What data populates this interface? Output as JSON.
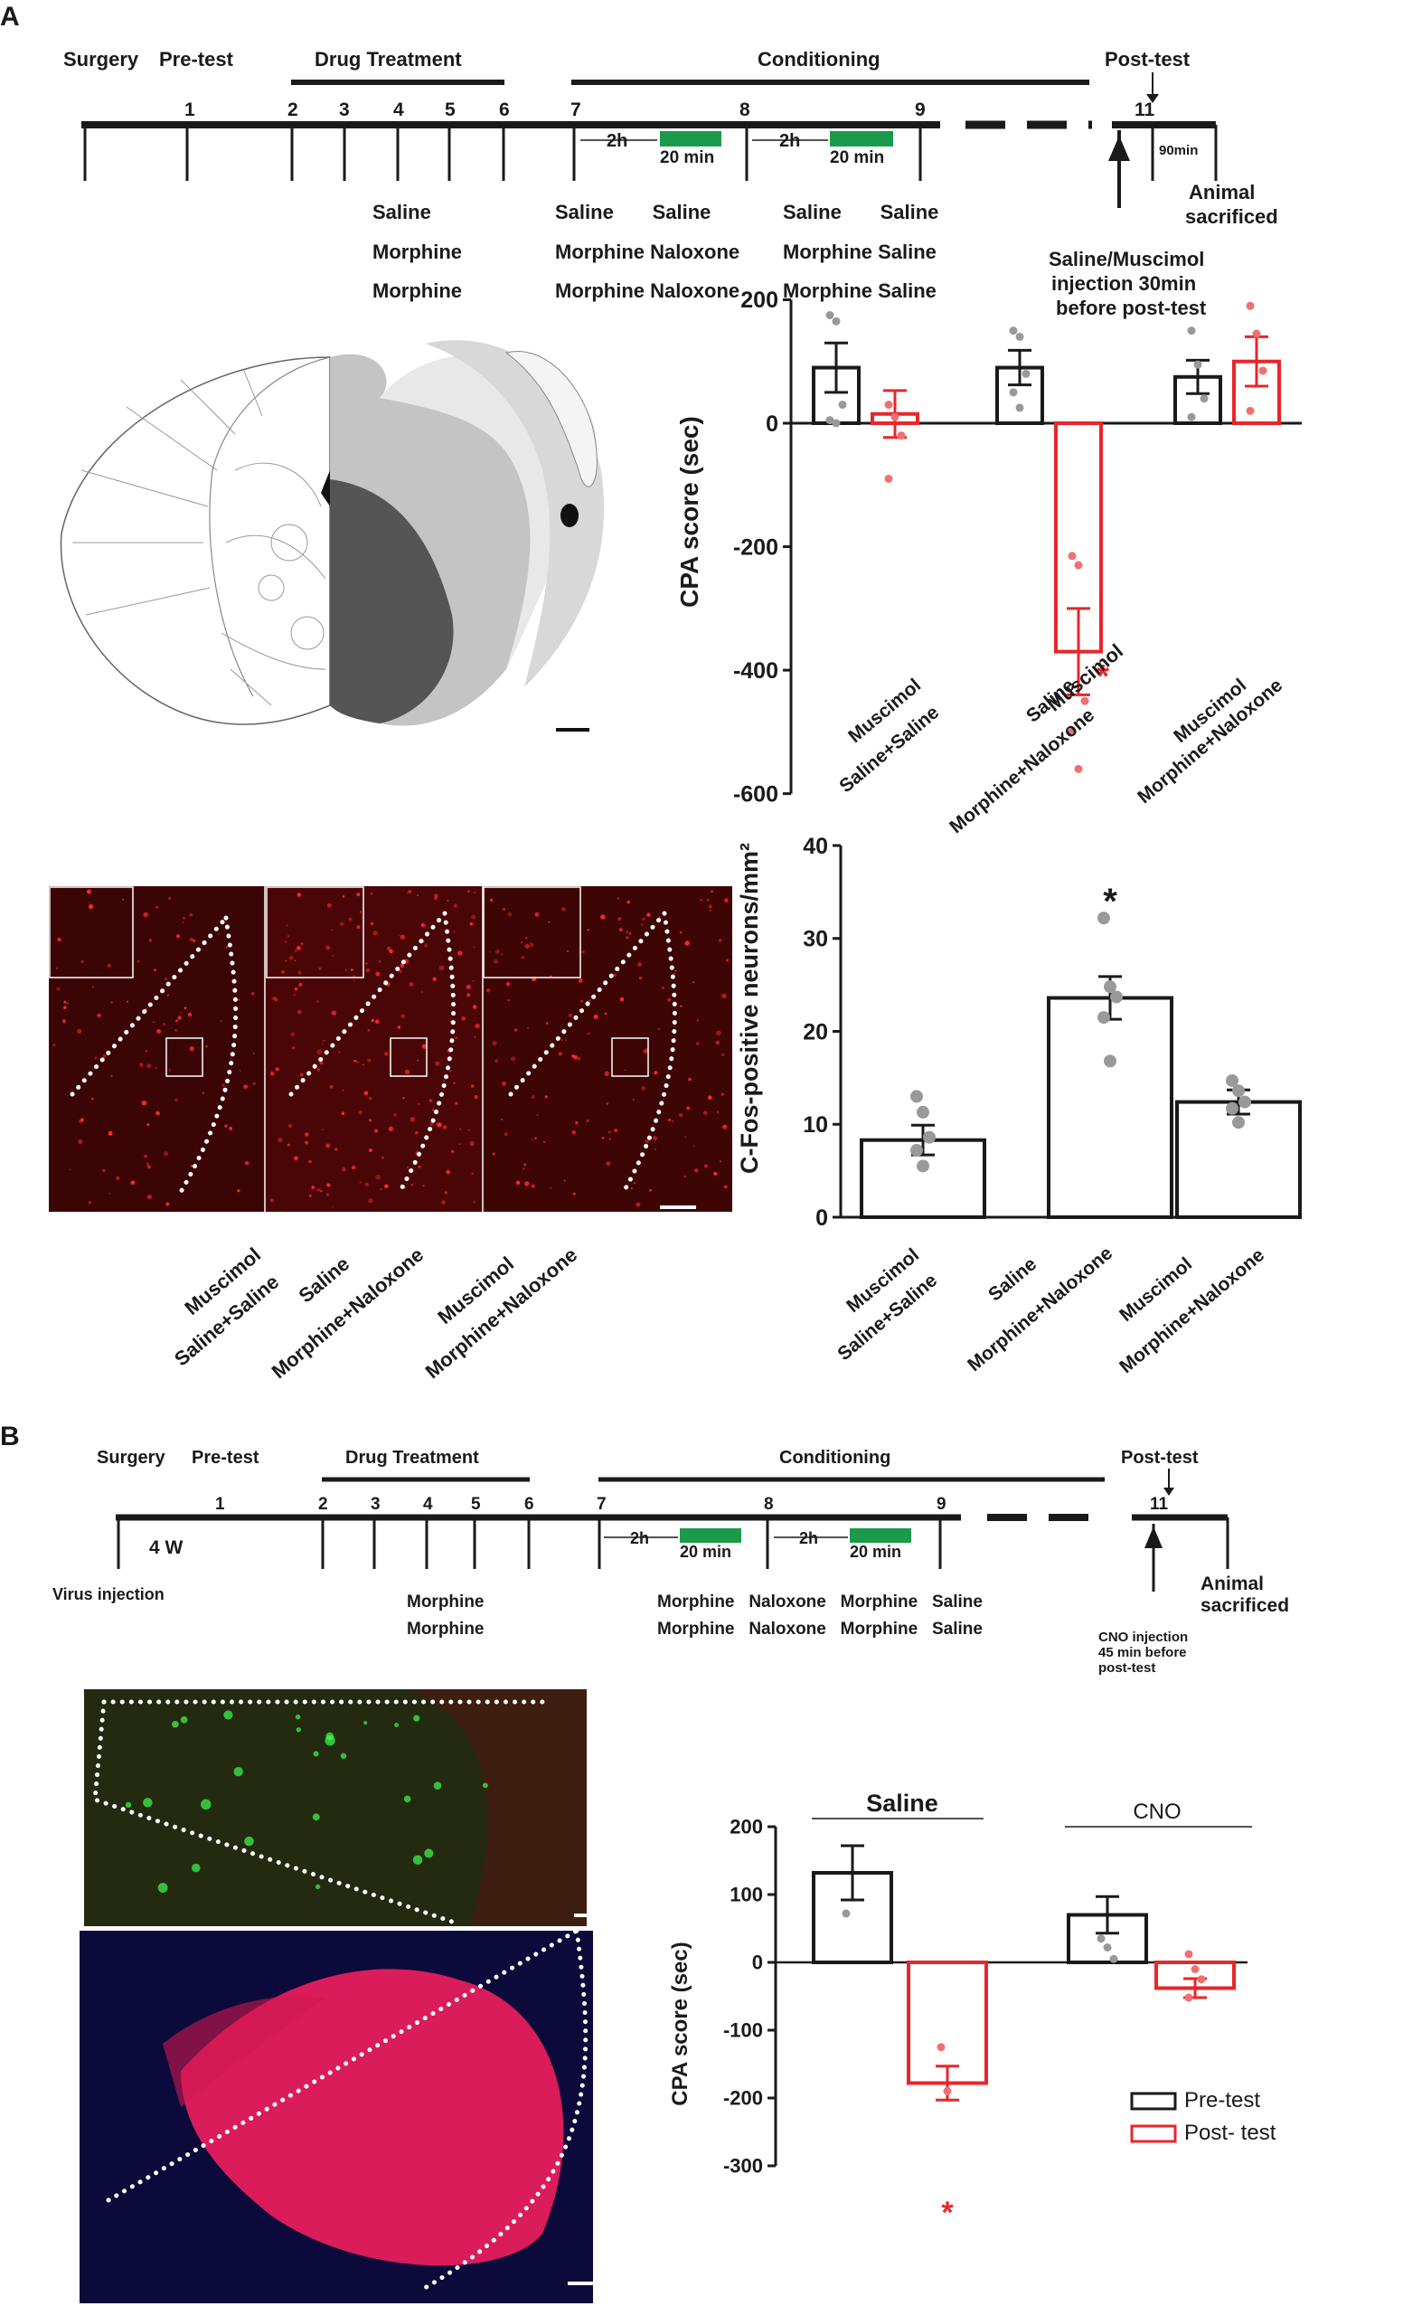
{
  "panelA": {
    "label": "A",
    "timeline": {
      "phases": [
        "Surgery",
        "Pre-test",
        "Drug  Treatment",
        "Conditioning",
        "Post-test"
      ],
      "days": [
        "1",
        "2",
        "3",
        "4",
        "5",
        "6",
        "7",
        "8",
        "9",
        "11"
      ],
      "interval": "2h",
      "session": "20 min",
      "post_wait": "90min",
      "end": [
        "Animal",
        "sacrificed"
      ],
      "treatment_rows": [
        "Saline",
        "Morphine",
        "Morphine"
      ],
      "conditioning_rows": [
        "Saline       Saline",
        "Morphine Naloxone",
        "Morphine Naloxone",
        "Saline       Saline",
        "Morphine Saline",
        "Morphine Saline"
      ],
      "injection_note": [
        "Saline/Muscimol",
        "injection 30min",
        "before post-test"
      ]
    },
    "cpa_chart": {
      "ylabel": "CPA score (sec)",
      "ticks": [
        "200",
        "0",
        "-200",
        "-400",
        "-600"
      ],
      "groups": [
        [
          "Muscimol",
          "Saline+Saline"
        ],
        [
          "Saline",
          "Morphine+Naloxone"
        ],
        [
          "Muscimol",
          "Morphine+Naloxone"
        ]
      ],
      "star": "*"
    },
    "fos_chart": {
      "ylabel": "C-Fos-positive neurons/mm²",
      "ticks": [
        "40",
        "30",
        "20",
        "10",
        "0"
      ],
      "groups": [
        [
          "Muscimol",
          "Saline+Saline"
        ],
        [
          "Saline",
          "Morphine+Naloxone"
        ],
        [
          "Muscimol",
          "Morphine+Naloxone"
        ]
      ],
      "star": "*"
    },
    "image_labels": [
      [
        "Muscimol",
        "Saline+Saline"
      ],
      [
        "Saline",
        "Morphine+Naloxone"
      ],
      [
        "Muscimol",
        "Morphine+Naloxone"
      ]
    ]
  },
  "panelB": {
    "label": "B",
    "timeline": {
      "phases": [
        "Surgery",
        "Pre-test",
        "Drug  Treatment",
        "Conditioning",
        "Post-test"
      ],
      "days": [
        "1",
        "2",
        "3",
        "4",
        "5",
        "6",
        "7",
        "8",
        "9",
        "11"
      ],
      "weeks": "4 W",
      "virus": "Virus injection",
      "interval": "2h",
      "session": "20 min",
      "treatment_rows": [
        "Morphine",
        "Morphine"
      ],
      "conditioning_rows": [
        "Morphine   Naloxone   Morphine   Saline",
        "Morphine   Naloxone   Morphine   Saline"
      ],
      "end": [
        "Animal",
        "sacrificed"
      ],
      "cno_note": [
        "CNO injection",
        "45 min before",
        "post-test"
      ]
    },
    "cpa_chart": {
      "ylabel": "CPA  score (sec)",
      "ticks": [
        "200",
        "100",
        "0",
        "-100",
        "-200",
        "-300"
      ],
      "group_titles": [
        "Saline",
        "CNO"
      ],
      "legend": [
        "Pre-test",
        "Post- test"
      ],
      "star": "*"
    }
  },
  "colors": {
    "black": "#1a1a1a",
    "red": "#e8262b",
    "green": "#1a9a4a",
    "gray": "#999999"
  },
  "chart_data": [
    {
      "type": "bar",
      "ylabel": "CPA score (sec)",
      "ylim": [
        -600,
        200
      ],
      "categories": [
        "Muscimol Saline+Saline",
        "Saline Morphine+Naloxone",
        "Muscimol Morphine+Naloxone"
      ],
      "series": [
        {
          "color": "#1a1a1a",
          "values": [
            90,
            90,
            75
          ],
          "sem": [
            40,
            28,
            27
          ],
          "points": [
            [
              175,
              165,
              30,
              5,
              0
            ],
            [
              150,
              140,
              80,
              50,
              25
            ],
            [
              150,
              95,
              40,
              10
            ]
          ]
        },
        {
          "color": "#e8262b",
          "values": [
            15,
            -370,
            100
          ],
          "sem": [
            38,
            70,
            40
          ],
          "points": [
            [
              30,
              10,
              -20,
              -90
            ],
            [
              -215,
              -230,
              -450,
              -500,
              -560
            ],
            [
              190,
              145,
              85,
              20
            ]
          ]
        }
      ],
      "significance": [
        "",
        "*",
        ""
      ]
    },
    {
      "type": "bar",
      "ylabel": "C-Fos-positive neurons/mm²",
      "ylim": [
        0,
        40
      ],
      "categories": [
        "Muscimol Saline+Saline",
        "Saline Morphine+Naloxone",
        "Muscimol Morphine+Naloxone"
      ],
      "values": [
        8.3,
        23.6,
        12.4
      ],
      "sem": [
        1.6,
        2.3,
        1.3
      ],
      "points": [
        [
          13,
          11.3,
          8.6,
          7.2,
          5.5
        ],
        [
          32.2,
          24.8,
          23.7,
          21.5,
          16.8
        ],
        [
          14.7,
          13.6,
          12.4,
          11.7,
          10.2
        ]
      ],
      "significance": [
        "",
        "*",
        ""
      ]
    },
    {
      "type": "bar",
      "ylabel": "CPA  score (sec)",
      "ylim": [
        -300,
        200
      ],
      "categories": [
        "Saline",
        "CNO"
      ],
      "series": [
        {
          "name": "Pre-test",
          "color": "#1a1a1a",
          "values": [
            132,
            70
          ],
          "sem": [
            40,
            27
          ],
          "points": [
            [
              72
            ],
            [
              35,
              22,
              5
            ]
          ]
        },
        {
          "name": "Post- test",
          "color": "#e8262b",
          "values": [
            -178,
            -38
          ],
          "sem": [
            25,
            14
          ],
          "points": [
            [
              -125,
              -190
            ],
            [
              12,
              -10,
              -25,
              -52
            ]
          ]
        }
      ],
      "significance": [
        "*",
        ""
      ]
    }
  ]
}
